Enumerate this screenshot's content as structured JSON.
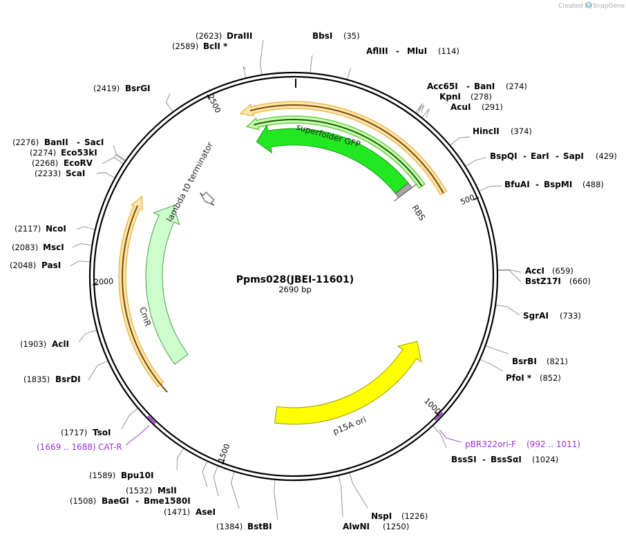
{
  "credit": {
    "text": "Created by",
    "brand": "SnapGene"
  },
  "plasmid": {
    "name": "Ppms028(JBEI-11601)",
    "size_label": "2690 bp",
    "length": 2690
  },
  "ticks": [
    {
      "label": "500",
      "pos": 500
    },
    {
      "label": "1000",
      "pos": 1000
    },
    {
      "label": "1500",
      "pos": 1500
    },
    {
      "label": "2000",
      "pos": 2000
    },
    {
      "label": "2500",
      "pos": 2500
    }
  ],
  "features": [
    {
      "name": "superfolder GFP",
      "color": "#22e822"
    },
    {
      "name": "RBS",
      "color": "#a6a6a6"
    },
    {
      "name": "lambda t0 terminator",
      "color": "#ffffff"
    },
    {
      "name": "CmR",
      "color": "#ccffcc"
    },
    {
      "name": "p15A ori",
      "color": "#ffff00"
    }
  ],
  "primers": [
    {
      "name": "pBR322ori-F",
      "range": "(992 .. 1011)",
      "color": "#9b30d9"
    },
    {
      "name": "CAT-R",
      "range": "(1669 .. 1688)",
      "color": "#9b30d9"
    }
  ],
  "enzymes_right": [
    {
      "names": [
        "BbsI"
      ],
      "pos": "(35)"
    },
    {
      "names": [
        "AflIII",
        "MluI"
      ],
      "pos": "(114)"
    },
    {
      "names": [
        "Acc65I",
        "BanI"
      ],
      "pos": "(274)"
    },
    {
      "names": [
        "KpnI"
      ],
      "pos": "(278)"
    },
    {
      "names": [
        "AcuI"
      ],
      "pos": "(291)"
    },
    {
      "names": [
        "HincII"
      ],
      "pos": "(374)"
    },
    {
      "names": [
        "BspQI",
        "EarI",
        "SapI"
      ],
      "pos": "(429)"
    },
    {
      "names": [
        "BfuAI",
        "BspMI"
      ],
      "pos": "(488)"
    },
    {
      "names": [
        "AccI"
      ],
      "pos": "(659)"
    },
    {
      "names": [
        "BstZ17I"
      ],
      "pos": "(660)"
    },
    {
      "names": [
        "SgrAI"
      ],
      "pos": "(733)"
    },
    {
      "names": [
        "BsrBI"
      ],
      "pos": "(821)"
    },
    {
      "names": [
        "PfoI *"
      ],
      "pos": "(852)"
    },
    {
      "names": [
        "BssSI",
        "BssSαI"
      ],
      "pos": "(1024)"
    },
    {
      "names": [
        "NspI"
      ],
      "pos": "(1226)"
    },
    {
      "names": [
        "AlwNI"
      ],
      "pos": "(1250)"
    }
  ],
  "enzymes_left": [
    {
      "names": [
        "DraIII"
      ],
      "pos": "(2623)"
    },
    {
      "names": [
        "BclI *"
      ],
      "pos": "(2589)"
    },
    {
      "names": [
        "BsrGI"
      ],
      "pos": "(2419)"
    },
    {
      "names": [
        "BanII",
        "SacI"
      ],
      "pos": "(2276)"
    },
    {
      "names": [
        "Eco53kI"
      ],
      "pos": "(2274)"
    },
    {
      "names": [
        "EcoRV"
      ],
      "pos": "(2268)"
    },
    {
      "names": [
        "ScaI"
      ],
      "pos": "(2233)"
    },
    {
      "names": [
        "NcoI"
      ],
      "pos": "(2117)"
    },
    {
      "names": [
        "MscI"
      ],
      "pos": "(2083)"
    },
    {
      "names": [
        "PasI"
      ],
      "pos": "(2048)"
    },
    {
      "names": [
        "AclI"
      ],
      "pos": "(1903)"
    },
    {
      "names": [
        "BsrDI"
      ],
      "pos": "(1835)"
    },
    {
      "names": [
        "TsoI"
      ],
      "pos": "(1717)"
    },
    {
      "names": [
        "Bpu10I"
      ],
      "pos": "(1589)"
    },
    {
      "names": [
        "MslI"
      ],
      "pos": "(1532)"
    },
    {
      "names": [
        "BaeGI",
        "Bme1580I"
      ],
      "pos": "(1508)"
    },
    {
      "names": [
        "AseI"
      ],
      "pos": "(1471)"
    },
    {
      "names": [
        "BstBI"
      ],
      "pos": "(1384)"
    }
  ]
}
